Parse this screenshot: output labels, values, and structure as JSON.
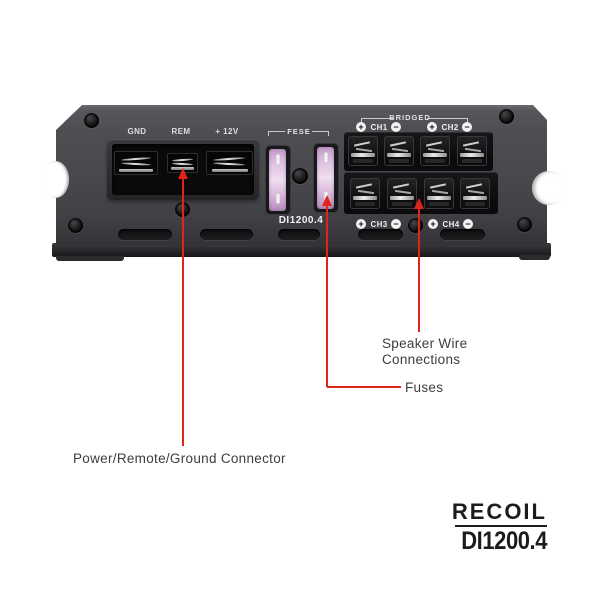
{
  "panel": {
    "power": {
      "gnd": "GND",
      "rem": "REM",
      "plus12v": "+ 12V"
    },
    "fuse_section_label": "FESE",
    "model_label": "DI1200.4",
    "bridged_label": "BRIDGED",
    "ch1": "CH1",
    "ch2": "CH2",
    "ch3": "CH3",
    "ch4": "CH4",
    "plus": "+",
    "minus": "−"
  },
  "callouts": {
    "speaker_line1": "Speaker Wire",
    "speaker_line2": "Connections",
    "fuses": "Fuses",
    "power": "Power/Remote/Ground Connector"
  },
  "logo": {
    "brand": "RECOIL",
    "model": "DI1200.4"
  },
  "colors": {
    "arrow": "#e02417",
    "fuse_body": "#d9bade",
    "panel": "#47474a",
    "background": "#ffffff"
  }
}
